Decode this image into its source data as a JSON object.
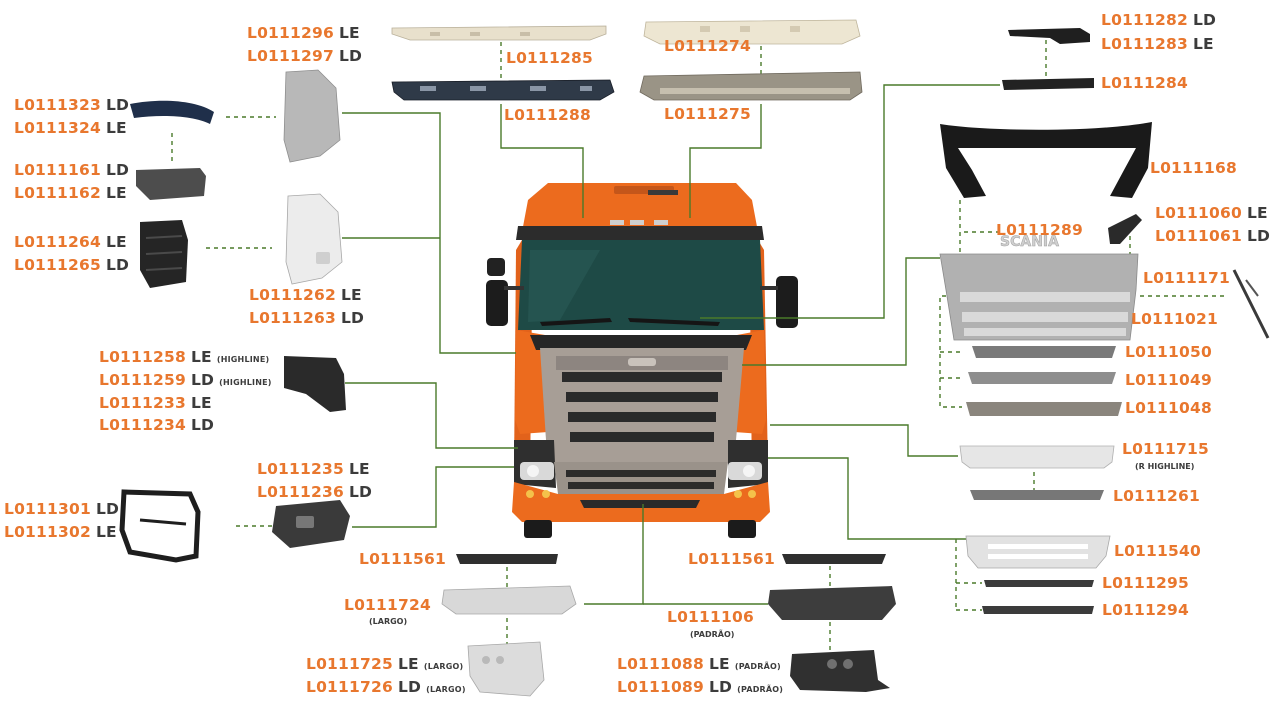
{
  "colors": {
    "accent_orange": "#e8772e",
    "side_text": "#3c3c3c",
    "connector_green": "#4a7a2a",
    "truck_orange": "#ec6b1e",
    "grille_silver": "#a79e96",
    "windshield": "#1e4a46",
    "part_grey": "#8e8e8e",
    "part_dark": "#2d2d2d",
    "part_beige": "#e8e0cc",
    "part_navy": "#1f2f4a"
  },
  "labels": [
    {
      "id": "L0111296",
      "code": "L0111296",
      "side": "LE"
    },
    {
      "id": "L0111297",
      "code": "L0111297",
      "side": "LD"
    },
    {
      "id": "L0111285",
      "code": "L0111285",
      "side": ""
    },
    {
      "id": "L0111288",
      "code": "L0111288",
      "side": ""
    },
    {
      "id": "L0111274",
      "code": "L0111274",
      "side": ""
    },
    {
      "id": "L0111275",
      "code": "L0111275",
      "side": ""
    },
    {
      "id": "L0111282",
      "code": "L0111282",
      "side": "LD"
    },
    {
      "id": "L0111283",
      "code": "L0111283",
      "side": "LE"
    },
    {
      "id": "L0111284",
      "code": "L0111284",
      "side": ""
    },
    {
      "id": "L0111323",
      "code": "L0111323",
      "side": "LD"
    },
    {
      "id": "L0111324",
      "code": "L0111324",
      "side": "LE"
    },
    {
      "id": "L0111161",
      "code": "L0111161",
      "side": "LD"
    },
    {
      "id": "L0111162",
      "code": "L0111162",
      "side": "LE"
    },
    {
      "id": "L0111264",
      "code": "L0111264",
      "side": "LE"
    },
    {
      "id": "L0111265",
      "code": "L0111265",
      "side": "LD"
    },
    {
      "id": "L0111262",
      "code": "L0111262",
      "side": "LE"
    },
    {
      "id": "L0111263",
      "code": "L0111263",
      "side": "LD"
    },
    {
      "id": "L0111168",
      "code": "L0111168",
      "side": ""
    },
    {
      "id": "L0111289",
      "code": "L0111289",
      "side": ""
    },
    {
      "id": "L0111060",
      "code": "L0111060",
      "side": "LE"
    },
    {
      "id": "L0111061",
      "code": "L0111061",
      "side": "LD"
    },
    {
      "id": "L0111171",
      "code": "L0111171",
      "side": ""
    },
    {
      "id": "L0111021",
      "code": "L0111021",
      "side": ""
    },
    {
      "id": "L0111050",
      "code": "L0111050",
      "side": ""
    },
    {
      "id": "L0111049",
      "code": "L0111049",
      "side": ""
    },
    {
      "id": "L0111048",
      "code": "L0111048",
      "side": ""
    },
    {
      "id": "L0111258",
      "code": "L0111258",
      "side": "LE",
      "note": "(HIGHLINE)"
    },
    {
      "id": "L0111259",
      "code": "L0111259",
      "side": "LD",
      "note": "(HIGHLINE)"
    },
    {
      "id": "L0111233",
      "code": "L0111233",
      "side": "LE"
    },
    {
      "id": "L0111234",
      "code": "L0111234",
      "side": "LD"
    },
    {
      "id": "L0111715",
      "code": "L0111715",
      "side": ""
    },
    {
      "id": "L0111261",
      "code": "L0111261",
      "side": ""
    },
    {
      "id": "L0111235",
      "code": "L0111235",
      "side": "LE"
    },
    {
      "id": "L0111236",
      "code": "L0111236",
      "side": "LD"
    },
    {
      "id": "L0111301",
      "code": "L0111301",
      "side": "LD"
    },
    {
      "id": "L0111302",
      "code": "L0111302",
      "side": "LE"
    },
    {
      "id": "L0111540",
      "code": "L0111540",
      "side": ""
    },
    {
      "id": "L0111561a",
      "code": "L0111561",
      "side": ""
    },
    {
      "id": "L0111561b",
      "code": "L0111561",
      "side": ""
    },
    {
      "id": "L0111295",
      "code": "L0111295",
      "side": ""
    },
    {
      "id": "L0111724",
      "code": "L0111724",
      "side": ""
    },
    {
      "id": "L0111106",
      "code": "L0111106",
      "side": ""
    },
    {
      "id": "L0111294",
      "code": "L0111294",
      "side": ""
    },
    {
      "id": "L0111725",
      "code": "L0111725",
      "side": "LE",
      "note": "(LARGO)"
    },
    {
      "id": "L0111726",
      "code": "L0111726",
      "side": "LD",
      "note": "(LARGO)"
    },
    {
      "id": "L0111088",
      "code": "L0111088",
      "side": "LE",
      "note": "(PADRÃO)"
    },
    {
      "id": "L0111089",
      "code": "L0111089",
      "side": "LD",
      "note": "(PADRÃO)"
    }
  ],
  "sublabels": {
    "r_highline": "(R HIGHLINE)",
    "largo": "(LARGO)",
    "padrao": "(PADRÃO)"
  },
  "logo_text": "SCANIA"
}
